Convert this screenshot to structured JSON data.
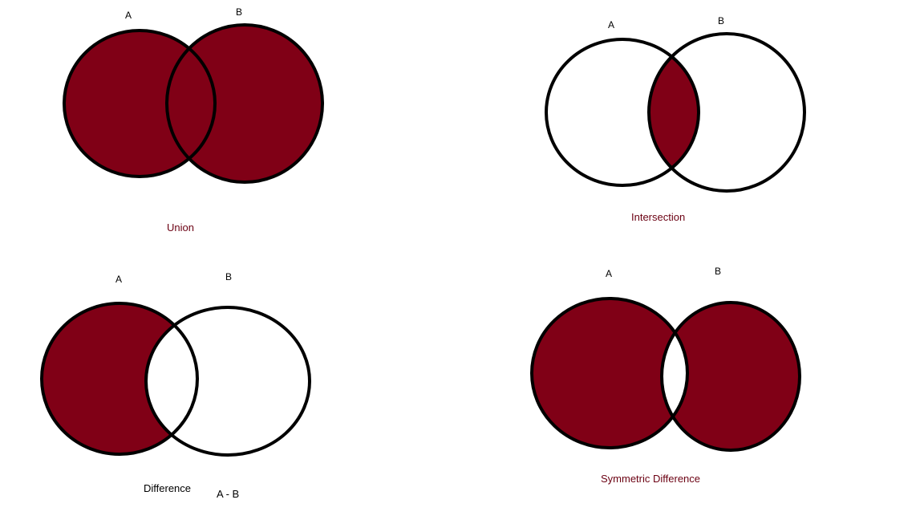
{
  "colors": {
    "fill": "#800016",
    "stroke": "#000000",
    "background": "#ffffff",
    "caption_red": "#6b0012",
    "caption_black": "#000000"
  },
  "diagrams": {
    "union": {
      "set_a": "A",
      "set_b": "B",
      "caption": "Union",
      "shaded": [
        "a_only",
        "overlap",
        "b_only"
      ]
    },
    "intersection": {
      "set_a": "A",
      "set_b": "B",
      "caption": "Intersection",
      "shaded": [
        "overlap"
      ]
    },
    "difference": {
      "set_a": "A",
      "set_b": "B",
      "caption": "Difference",
      "subcaption": "A - B",
      "shaded": [
        "a_only"
      ]
    },
    "symmetric": {
      "set_a": "A",
      "set_b": "B",
      "caption": "Symmetric Difference",
      "shaded": [
        "a_only",
        "b_only"
      ]
    }
  }
}
